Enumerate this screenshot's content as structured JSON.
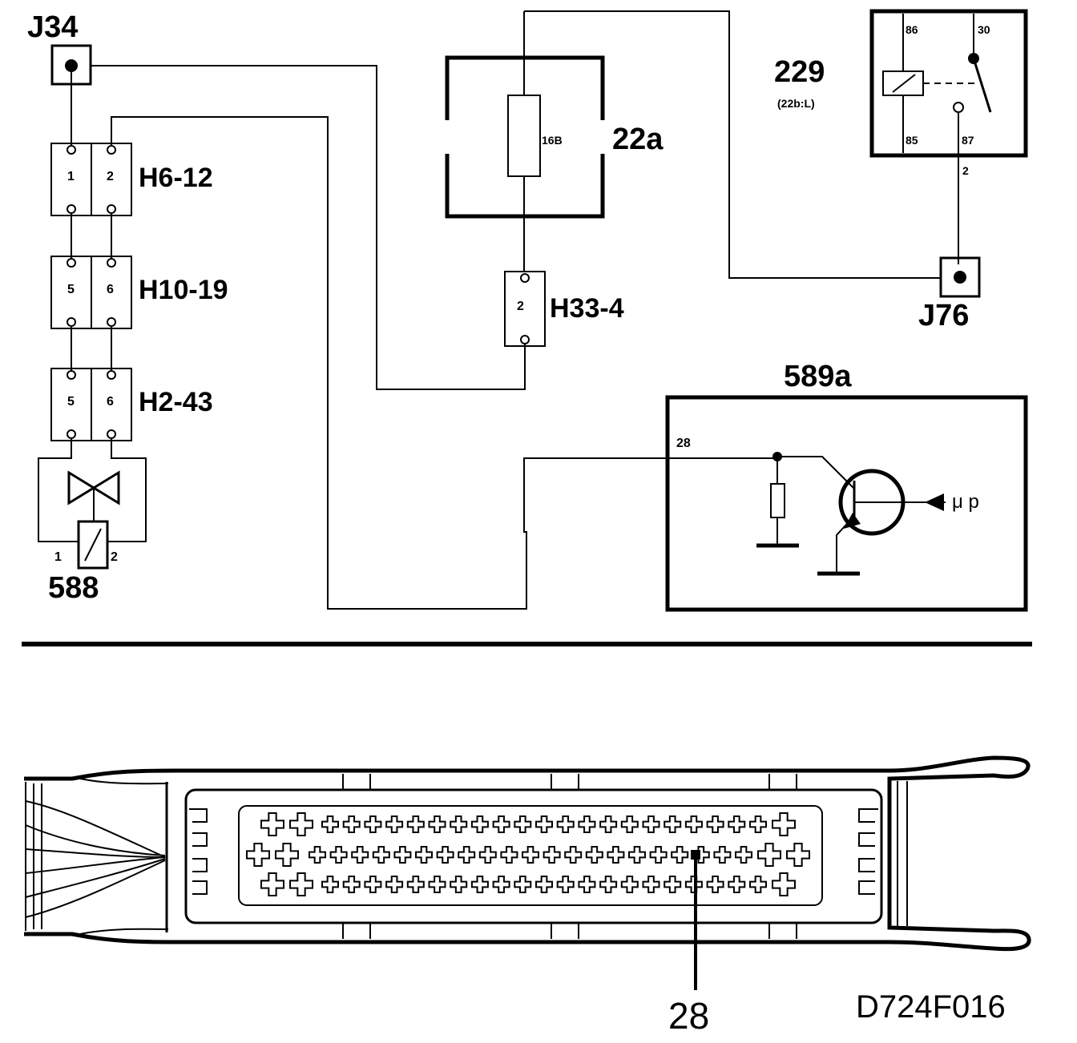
{
  "labels": {
    "j34": "J34",
    "h6_12": "H6-12",
    "h10_19": "H10-19",
    "h2_43": "H2-43",
    "c588": "588",
    "fusebox": "22a",
    "fuse": "16B",
    "h33_4": "H33-4",
    "relay": "229",
    "relay_sub": "(22b:L)",
    "j76": "J76",
    "ecu": "589a",
    "ecu_pin": "28",
    "ecu_mu_p": "μ p",
    "connector_pin_callout": "28",
    "doc_ref": "D724F016"
  },
  "pins": {
    "h6_12": [
      "1",
      "2"
    ],
    "h10_19": [
      "5",
      "6"
    ],
    "h2_43": [
      "5",
      "6"
    ],
    "h33_4": "2",
    "c588": [
      "1",
      "2"
    ],
    "relay": {
      "p86": "86",
      "p30": "30",
      "p85": "85",
      "p87": "87",
      "wire": "2"
    }
  }
}
